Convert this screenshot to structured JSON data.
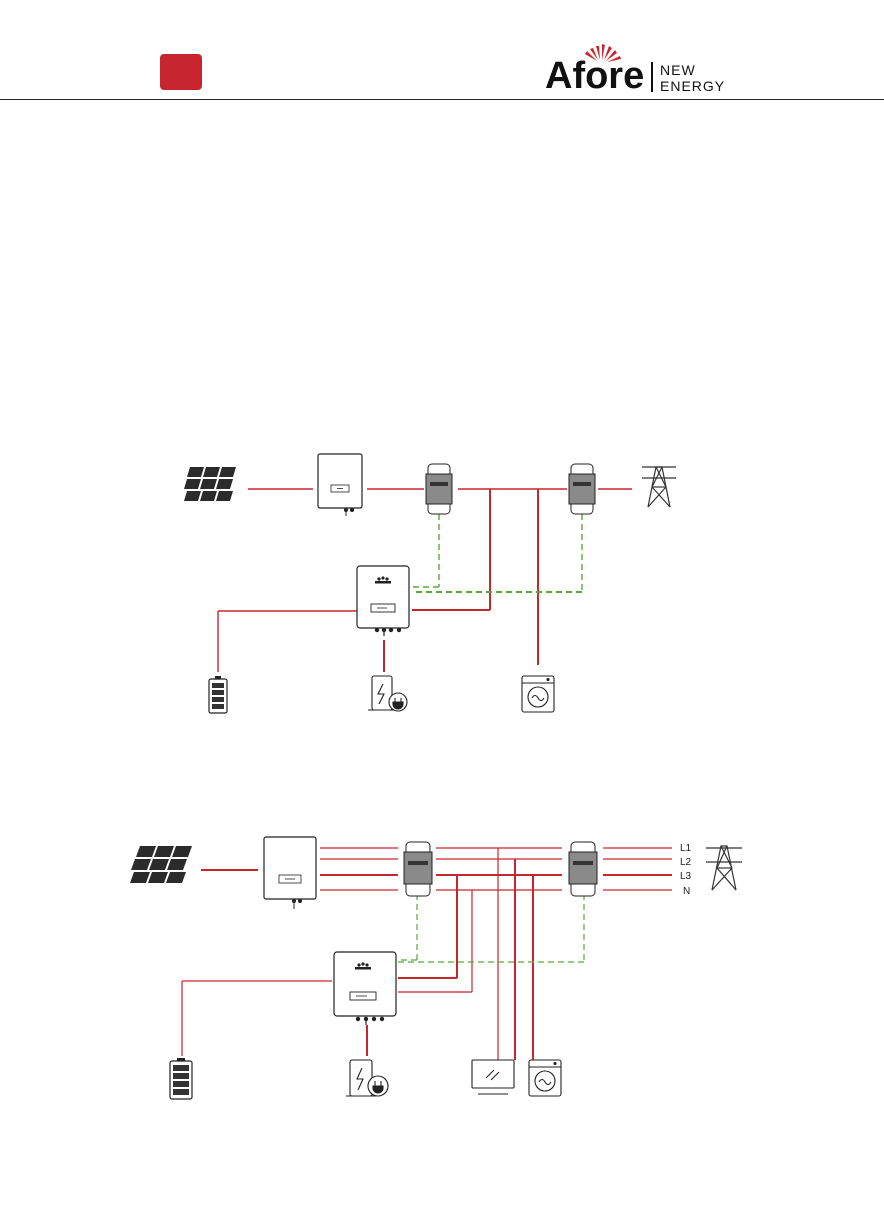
{
  "header": {
    "brand": {
      "wordmark": "Afore",
      "tagline_line1": "NEW",
      "tagline_line2": "ENERGY"
    },
    "page_tab_color": "#c8262e"
  },
  "colors": {
    "power_line": "#c8262e",
    "comm_line": "#5aa83c",
    "device_stroke": "#222222",
    "meter_fill": "#8a8a8a"
  },
  "diagram_single_phase": {
    "components": [
      "pv-panel-icon",
      "pv-inverter-icon",
      "smart-meter-icon",
      "smart-meter-icon",
      "grid-tower-icon",
      "hybrid-inverter-icon",
      "battery-icon",
      "ev-charger-icon",
      "washing-machine-icon"
    ]
  },
  "diagram_three_phase": {
    "phase_labels": [
      "L1",
      "L2",
      "L3",
      "N"
    ],
    "components": [
      "pv-panel-icon",
      "pv-inverter-icon",
      "smart-meter-icon",
      "smart-meter-icon",
      "grid-tower-icon",
      "hybrid-inverter-icon",
      "battery-icon",
      "ev-charger-icon",
      "monitor-icon",
      "washing-machine-icon"
    ]
  }
}
